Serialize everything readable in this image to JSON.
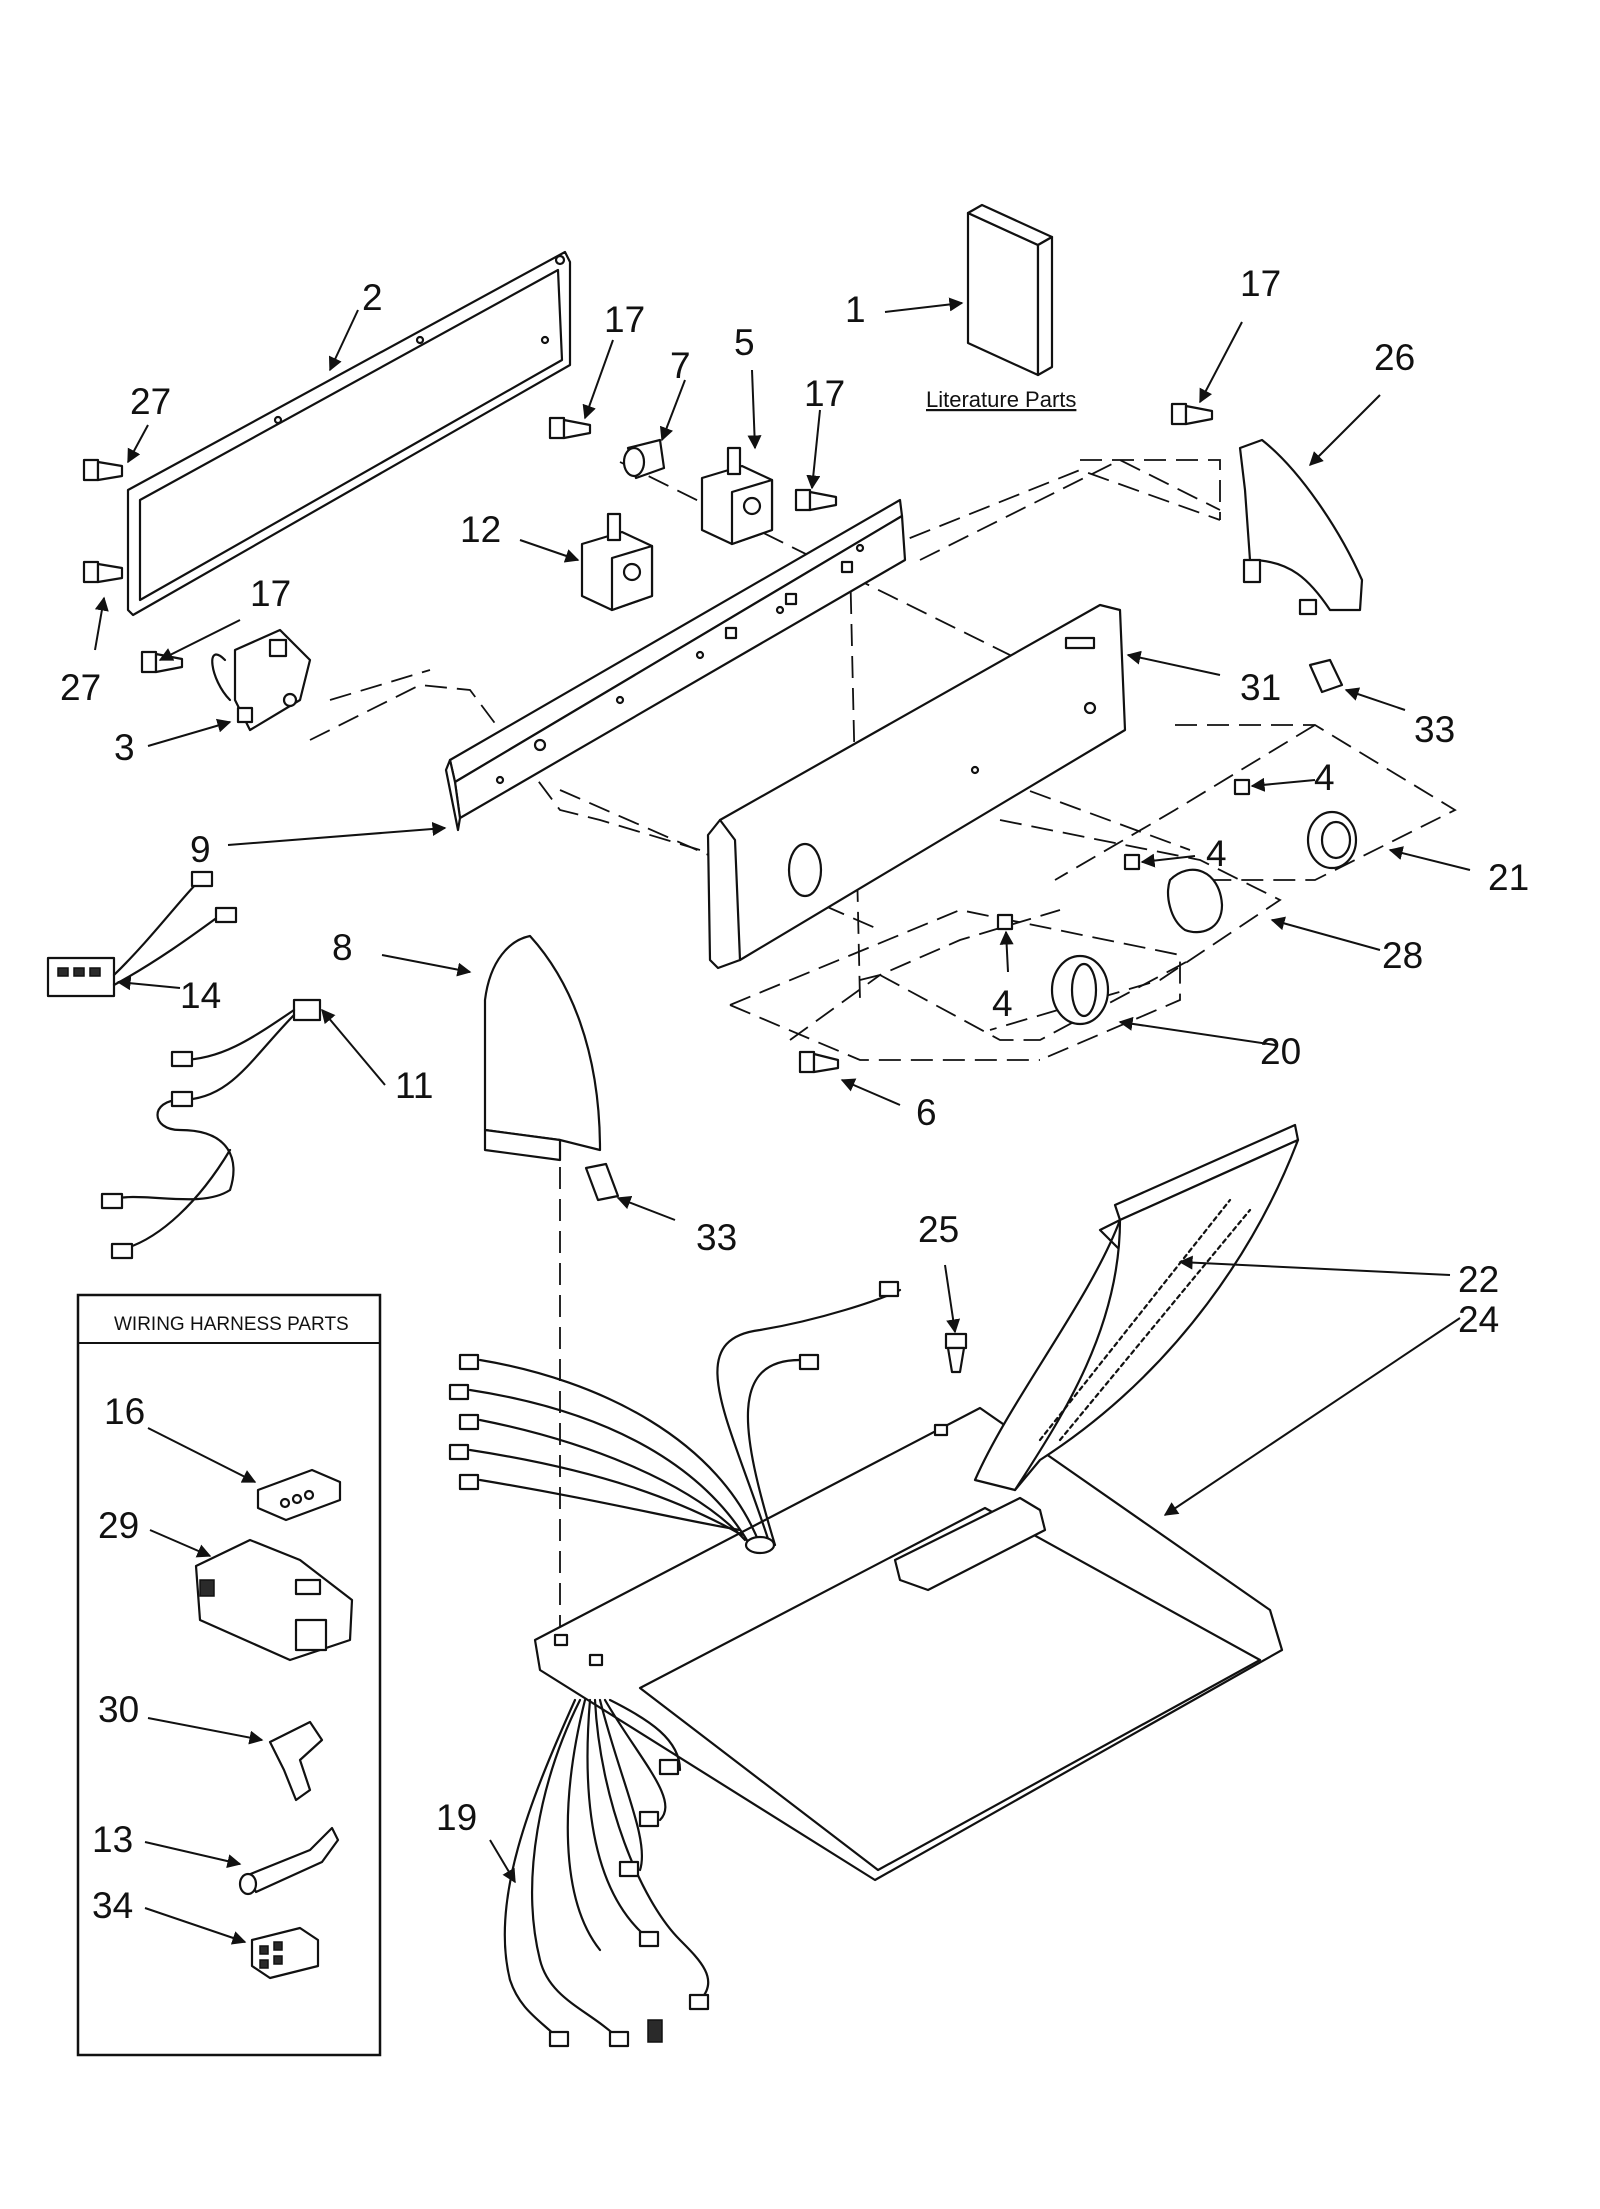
{
  "literature_label": "Literature Parts",
  "wiring_box_title": "WIRING HARNESS PARTS",
  "callouts": [
    {
      "id": "c1",
      "text": "1"
    },
    {
      "id": "c2",
      "text": "2"
    },
    {
      "id": "c3",
      "text": "3"
    },
    {
      "id": "c4a",
      "text": "4"
    },
    {
      "id": "c4b",
      "text": "4"
    },
    {
      "id": "c4c",
      "text": "4"
    },
    {
      "id": "c5",
      "text": "5"
    },
    {
      "id": "c6",
      "text": "6"
    },
    {
      "id": "c7",
      "text": "7"
    },
    {
      "id": "c8",
      "text": "8"
    },
    {
      "id": "c9",
      "text": "9"
    },
    {
      "id": "c11",
      "text": "11"
    },
    {
      "id": "c12",
      "text": "12"
    },
    {
      "id": "c13",
      "text": "13"
    },
    {
      "id": "c14",
      "text": "14"
    },
    {
      "id": "c16",
      "text": "16"
    },
    {
      "id": "c17a",
      "text": "17"
    },
    {
      "id": "c17b",
      "text": "17"
    },
    {
      "id": "c17c",
      "text": "17"
    },
    {
      "id": "c17d",
      "text": "17"
    },
    {
      "id": "c19",
      "text": "19"
    },
    {
      "id": "c20",
      "text": "20"
    },
    {
      "id": "c21",
      "text": "21"
    },
    {
      "id": "c22",
      "text": "22"
    },
    {
      "id": "c24",
      "text": "24"
    },
    {
      "id": "c25",
      "text": "25"
    },
    {
      "id": "c26",
      "text": "26"
    },
    {
      "id": "c27a",
      "text": "27"
    },
    {
      "id": "c27b",
      "text": "27"
    },
    {
      "id": "c28",
      "text": "28"
    },
    {
      "id": "c29",
      "text": "29"
    },
    {
      "id": "c30",
      "text": "30"
    },
    {
      "id": "c31",
      "text": "31"
    },
    {
      "id": "c33a",
      "text": "33"
    },
    {
      "id": "c33b",
      "text": "33"
    },
    {
      "id": "c34",
      "text": "34"
    }
  ]
}
